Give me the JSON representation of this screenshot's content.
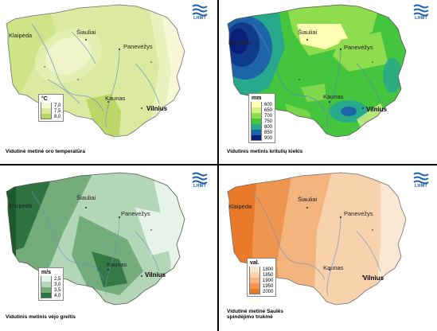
{
  "panels": [
    {
      "id": "temperature",
      "caption": "Vidutinė metinė oro temperatūra",
      "legend_unit": "°C",
      "legend": [
        {
          "label": "7,0",
          "color": "#f7f9d6"
        },
        {
          "label": "7,5",
          "color": "#dbeaa0"
        },
        {
          "label": "8,0",
          "color": "#b6d45e"
        }
      ],
      "cities": {
        "klaipeda": "Klaipėda",
        "siauliai": "Šiauliai",
        "panevezys": "Panevėžys",
        "kaunas": "Kaunas",
        "vilnius": "Vilnius"
      },
      "logo_text": "LHMT"
    },
    {
      "id": "precipitation",
      "caption": "Vidutinis metinis kritulių kiekis",
      "legend_unit": "mm",
      "legend": [
        {
          "label": "600",
          "color": "#ffffb3"
        },
        {
          "label": "650",
          "color": "#d2f08a"
        },
        {
          "label": "700",
          "color": "#8fdc4f"
        },
        {
          "label": "750",
          "color": "#45c43d"
        },
        {
          "label": "800",
          "color": "#27a98c"
        },
        {
          "label": "850",
          "color": "#1e64a8"
        },
        {
          "label": "900",
          "color": "#0a1f78"
        }
      ],
      "cities": {
        "klaipeda": "Klaipėda",
        "siauliai": "Šiauliai",
        "panevezys": "Panevėžys",
        "kaunas": "Kaunas",
        "vilnius": "Vilnius"
      },
      "logo_text": "LHMT"
    },
    {
      "id": "wind",
      "caption": "Vidutinis metinis vėjo greitis",
      "legend_unit": "m/s",
      "legend": [
        {
          "label": "2,5",
          "color": "#e6f3e8"
        },
        {
          "label": "3,0",
          "color": "#b3d6b7"
        },
        {
          "label": "3,5",
          "color": "#74ac7c"
        },
        {
          "label": "4,0",
          "color": "#2f7340"
        }
      ],
      "cities": {
        "klaipeda": "Klaipėda",
        "siauliai": "Šiauliai",
        "panevezys": "Panevėžys",
        "kaunas": "Kaunas",
        "vilnius": "Vilnius"
      },
      "logo_text": "LHMT"
    },
    {
      "id": "sunshine",
      "caption": "Vidutinė metinė Saulės\nspindėjimo trukmė",
      "legend_unit": "val.",
      "legend": [
        {
          "label": "1800",
          "color": "#fbe8d3"
        },
        {
          "label": "1850",
          "color": "#f8d2ad"
        },
        {
          "label": "1900",
          "color": "#f3b47e"
        },
        {
          "label": "1950",
          "color": "#ee964f"
        },
        {
          "label": "2000",
          "color": "#e87a2a"
        }
      ],
      "cities": {
        "klaipeda": "Klaipėda",
        "siauliai": "Šiauliai",
        "panevezys": "Panevėžys",
        "kaunas": "Kaunas",
        "vilnius": "Vilnius"
      },
      "logo_text": "LHMT"
    }
  ]
}
